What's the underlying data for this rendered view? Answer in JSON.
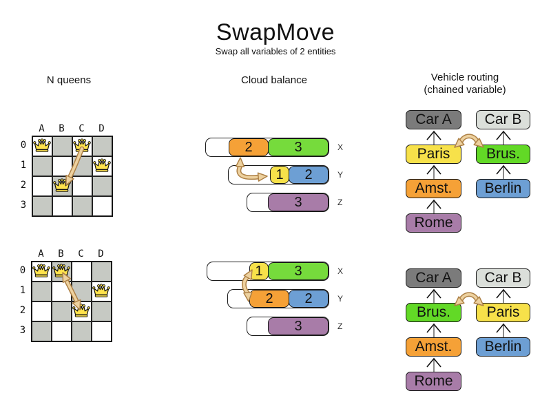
{
  "title": "SwapMove",
  "subtitle": "Swap all variables of 2 entities",
  "columns": {
    "nqueens_heading": "N queens",
    "cloud_heading": "Cloud balance",
    "vehicle_heading_line1": "Vehicle routing",
    "vehicle_heading_line2": "(chained variable)"
  },
  "nqueens": {
    "column_labels": [
      "A",
      "B",
      "C",
      "D"
    ],
    "row_labels": [
      "0",
      "1",
      "2",
      "3"
    ],
    "boards": [
      {
        "state": "before",
        "queens": [
          {
            "col": 0,
            "row": 0
          },
          {
            "col": 2,
            "row": 0
          },
          {
            "col": 3,
            "row": 1
          },
          {
            "col": 1,
            "row": 2
          }
        ]
      },
      {
        "state": "after",
        "queens": [
          {
            "col": 0,
            "row": 0
          },
          {
            "col": 1,
            "row": 0
          },
          {
            "col": 3,
            "row": 1
          },
          {
            "col": 2,
            "row": 2
          }
        ]
      }
    ]
  },
  "cloud": {
    "states": [
      {
        "rows": [
          {
            "label": "X",
            "blocks": [
              {
                "value": "2",
                "color": "orange",
                "units": 2
              },
              {
                "value": "3",
                "color": "green",
                "units": 3
              }
            ]
          },
          {
            "label": "Y",
            "blocks": [
              {
                "value": "1",
                "color": "yellow",
                "units": 1
              },
              {
                "value": "2",
                "color": "blue",
                "units": 2
              }
            ]
          },
          {
            "label": "Z",
            "blocks": [
              {
                "value": "3",
                "color": "purple",
                "units": 3
              }
            ]
          }
        ]
      },
      {
        "rows": [
          {
            "label": "X",
            "blocks": [
              {
                "value": "1",
                "color": "yellow",
                "units": 1
              },
              {
                "value": "3",
                "color": "green",
                "units": 3
              }
            ]
          },
          {
            "label": "Y",
            "blocks": [
              {
                "value": "2",
                "color": "orange",
                "units": 2
              },
              {
                "value": "2",
                "color": "blue",
                "units": 2
              }
            ]
          },
          {
            "label": "Z",
            "blocks": [
              {
                "value": "3",
                "color": "purple",
                "units": 3
              }
            ]
          }
        ]
      }
    ]
  },
  "vehicle": {
    "states": [
      {
        "chains": [
          {
            "boxes": [
              {
                "label": "Car A",
                "color": "car_a"
              },
              {
                "label": "Paris",
                "color": "yellow"
              },
              {
                "label": "Amst.",
                "color": "orange"
              },
              {
                "label": "Rome",
                "color": "purple"
              }
            ]
          },
          {
            "boxes": [
              {
                "label": "Car B",
                "color": "car_b"
              },
              {
                "label": "Brus.",
                "color": "green_bright"
              },
              {
                "label": "Berlin",
                "color": "blue"
              }
            ]
          }
        ]
      },
      {
        "chains": [
          {
            "boxes": [
              {
                "label": "Car A",
                "color": "car_a"
              },
              {
                "label": "Brus.",
                "color": "green_bright"
              },
              {
                "label": "Amst.",
                "color": "orange"
              },
              {
                "label": "Rome",
                "color": "purple"
              }
            ]
          },
          {
            "boxes": [
              {
                "label": "Car B",
                "color": "car_b"
              },
              {
                "label": "Paris",
                "color": "yellow"
              },
              {
                "label": "Berlin",
                "color": "blue"
              }
            ]
          }
        ]
      }
    ]
  },
  "palette": {
    "orange": "#F5A137",
    "green": "#76DB3C",
    "green_bright": "#62D926",
    "yellow": "#F7E14A",
    "blue": "#6D9FD4",
    "purple": "#A87CA8",
    "car_a": "#7B7B7B",
    "car_b": "#DBDFDA",
    "board_dark_cell": "#C6C9C3",
    "queen_fill": "#FFE34D",
    "arrow_fill": "#EDD19F",
    "arrow_outline": "#AE8146"
  }
}
